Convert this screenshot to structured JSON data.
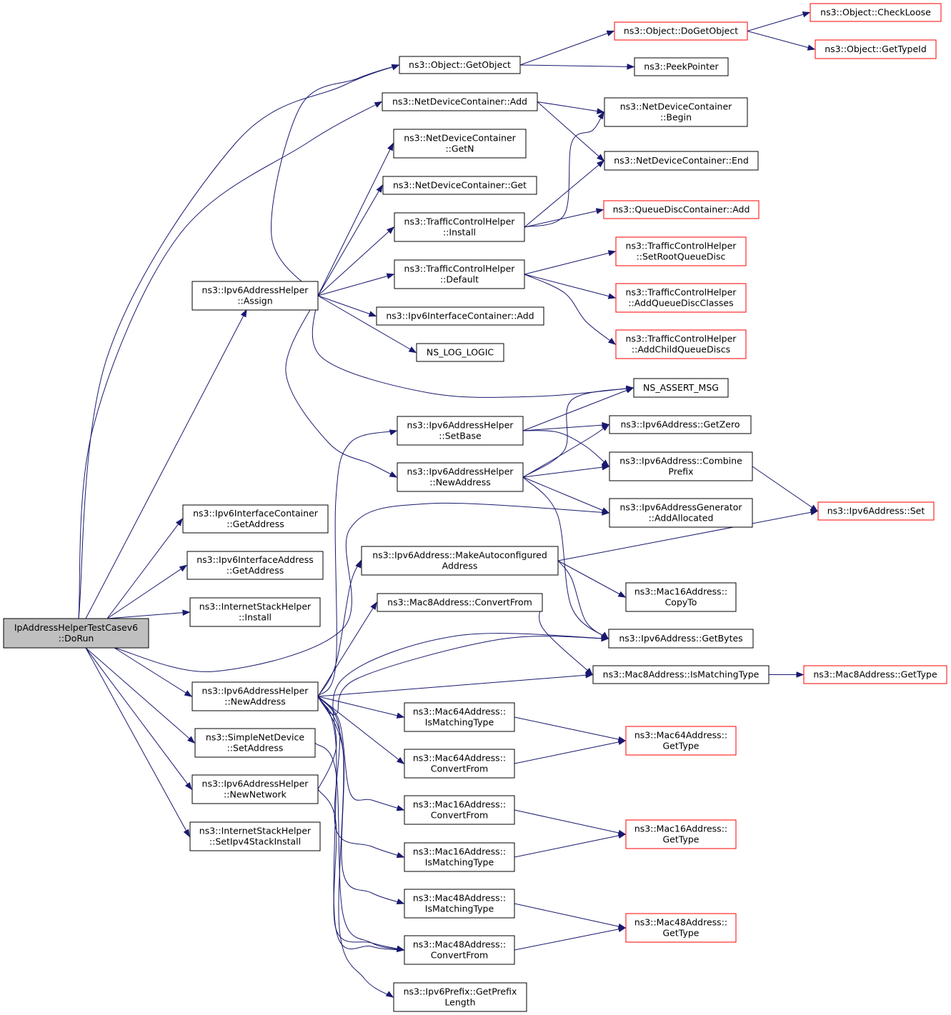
{
  "nodes": [
    {
      "id": "root",
      "lines": [
        "IpAddressHelperTestCasev6",
        "::DoRun"
      ],
      "style": "root"
    },
    {
      "id": "v6assign",
      "lines": [
        "ns3::Ipv6AddressHelper",
        "::Assign"
      ],
      "style": "normal"
    },
    {
      "id": "ic_getaddr",
      "lines": [
        "ns3::Ipv6InterfaceContainer",
        "::GetAddress"
      ],
      "style": "normal"
    },
    {
      "id": "ia_getaddr",
      "lines": [
        "ns3::Ipv6InterfaceAddress",
        "::GetAddress"
      ],
      "style": "normal"
    },
    {
      "id": "ish_install",
      "lines": [
        "ns3::InternetStackHelper",
        "::Install"
      ],
      "style": "normal"
    },
    {
      "id": "v6newaddr_b",
      "lines": [
        "ns3::Ipv6AddressHelper",
        "::NewAddress"
      ],
      "style": "normal"
    },
    {
      "id": "snd_setaddr",
      "lines": [
        "ns3::SimpleNetDevice",
        "::SetAddress"
      ],
      "style": "normal"
    },
    {
      "id": "v6newnet",
      "lines": [
        "ns3::Ipv6AddressHelper",
        "::NewNetwork"
      ],
      "style": "normal"
    },
    {
      "id": "ish_setipv4",
      "lines": [
        "ns3::InternetStackHelper",
        "::SetIpv4StackInstall"
      ],
      "style": "normal"
    },
    {
      "id": "obj_getobject",
      "lines": [
        "ns3::Object::GetObject"
      ],
      "style": "normal"
    },
    {
      "id": "ndc_add",
      "lines": [
        "ns3::NetDeviceContainer::Add"
      ],
      "style": "normal"
    },
    {
      "id": "ndc_getn",
      "lines": [
        "ns3::NetDeviceContainer",
        "::GetN"
      ],
      "style": "normal"
    },
    {
      "id": "ndc_get",
      "lines": [
        "ns3::NetDeviceContainer::Get"
      ],
      "style": "normal"
    },
    {
      "id": "tch_install",
      "lines": [
        "ns3::TrafficControlHelper",
        "::Install"
      ],
      "style": "normal"
    },
    {
      "id": "tch_default",
      "lines": [
        "ns3::TrafficControlHelper",
        "::Default"
      ],
      "style": "normal"
    },
    {
      "id": "v6ic_add",
      "lines": [
        "ns3::Ipv6InterfaceContainer::Add"
      ],
      "style": "normal"
    },
    {
      "id": "ns_log_logic",
      "lines": [
        "NS_LOG_LOGIC"
      ],
      "style": "normal"
    },
    {
      "id": "v6setbase",
      "lines": [
        "ns3::Ipv6AddressHelper",
        "::SetBase"
      ],
      "style": "normal"
    },
    {
      "id": "v6newaddr_t",
      "lines": [
        "ns3::Ipv6AddressHelper",
        "::NewAddress"
      ],
      "style": "normal"
    },
    {
      "id": "makeauto",
      "lines": [
        "ns3::Ipv6Address::MakeAutoconfigured",
        "Address"
      ],
      "style": "normal"
    },
    {
      "id": "mac8_conv",
      "lines": [
        "ns3::Mac8Address::ConvertFrom"
      ],
      "style": "normal"
    },
    {
      "id": "mac64_ism",
      "lines": [
        "ns3::Mac64Address::",
        "IsMatchingType"
      ],
      "style": "normal"
    },
    {
      "id": "mac64_conv",
      "lines": [
        "ns3::Mac64Address::",
        "ConvertFrom"
      ],
      "style": "normal"
    },
    {
      "id": "mac16_conv",
      "lines": [
        "ns3::Mac16Address::",
        "ConvertFrom"
      ],
      "style": "normal"
    },
    {
      "id": "mac16_ism",
      "lines": [
        "ns3::Mac16Address::",
        "IsMatchingType"
      ],
      "style": "normal"
    },
    {
      "id": "mac48_ism",
      "lines": [
        "ns3::Mac48Address::",
        "IsMatchingType"
      ],
      "style": "normal"
    },
    {
      "id": "mac48_conv",
      "lines": [
        "ns3::Mac48Address::",
        "ConvertFrom"
      ],
      "style": "normal"
    },
    {
      "id": "prefix_len",
      "lines": [
        "ns3::Ipv6Prefix::GetPrefix",
        "Length"
      ],
      "style": "normal"
    },
    {
      "id": "obj_dogetobject",
      "lines": [
        "ns3::Object::DoGetObject"
      ],
      "style": "red"
    },
    {
      "id": "peekpointer",
      "lines": [
        "ns3::PeekPointer"
      ],
      "style": "normal"
    },
    {
      "id": "ndc_begin",
      "lines": [
        "ns3::NetDeviceContainer",
        "::Begin"
      ],
      "style": "normal"
    },
    {
      "id": "ndc_end",
      "lines": [
        "ns3::NetDeviceContainer::End"
      ],
      "style": "normal"
    },
    {
      "id": "qdc_add",
      "lines": [
        "ns3::QueueDiscContainer::Add"
      ],
      "style": "red"
    },
    {
      "id": "tch_setroot",
      "lines": [
        "ns3::TrafficControlHelper",
        "::SetRootQueueDisc"
      ],
      "style": "red"
    },
    {
      "id": "tch_addqdc",
      "lines": [
        "ns3::TrafficControlHelper",
        "::AddQueueDiscClasses"
      ],
      "style": "red"
    },
    {
      "id": "tch_addchild",
      "lines": [
        "ns3::TrafficControlHelper",
        "::AddChildQueueDiscs"
      ],
      "style": "red"
    },
    {
      "id": "ns_assert",
      "lines": [
        "NS_ASSERT_MSG"
      ],
      "style": "normal"
    },
    {
      "id": "v6_getzero",
      "lines": [
        "ns3::Ipv6Address::GetZero"
      ],
      "style": "normal"
    },
    {
      "id": "v6_combine",
      "lines": [
        "ns3::Ipv6Address::Combine",
        "Prefix"
      ],
      "style": "normal"
    },
    {
      "id": "v6gen_addalloc",
      "lines": [
        "ns3::Ipv6AddressGenerator",
        "::AddAllocated"
      ],
      "style": "normal"
    },
    {
      "id": "mac16_copyto",
      "lines": [
        "ns3::Mac16Address::",
        "CopyTo"
      ],
      "style": "normal"
    },
    {
      "id": "v6_getbytes",
      "lines": [
        "ns3::Ipv6Address::GetBytes"
      ],
      "style": "normal"
    },
    {
      "id": "mac8_ism",
      "lines": [
        "ns3::Mac8Address::IsMatchingType"
      ],
      "style": "normal"
    },
    {
      "id": "mac64_gettype",
      "lines": [
        "ns3::Mac64Address::",
        "GetType"
      ],
      "style": "red"
    },
    {
      "id": "mac16_gettype",
      "lines": [
        "ns3::Mac16Address::",
        "GetType"
      ],
      "style": "red"
    },
    {
      "id": "mac48_gettype",
      "lines": [
        "ns3::Mac48Address::",
        "GetType"
      ],
      "style": "red"
    },
    {
      "id": "obj_checkloose",
      "lines": [
        "ns3::Object::CheckLoose"
      ],
      "style": "red"
    },
    {
      "id": "obj_gettypeid",
      "lines": [
        "ns3::Object::GetTypeId"
      ],
      "style": "red"
    },
    {
      "id": "v6_set",
      "lines": [
        "ns3::Ipv6Address::Set"
      ],
      "style": "red"
    },
    {
      "id": "mac8_gettype",
      "lines": [
        "ns3::Mac8Address::GetType"
      ],
      "style": "red"
    }
  ],
  "edges": [
    [
      "root",
      "v6assign"
    ],
    [
      "root",
      "ic_getaddr"
    ],
    [
      "root",
      "ia_getaddr"
    ],
    [
      "root",
      "ish_install"
    ],
    [
      "root",
      "v6newaddr_b"
    ],
    [
      "root",
      "snd_setaddr"
    ],
    [
      "root",
      "v6newnet"
    ],
    [
      "root",
      "ish_setipv4"
    ],
    [
      "root",
      "obj_getobject"
    ],
    [
      "root",
      "ndc_add"
    ],
    [
      "root",
      "v6gen_addalloc"
    ],
    [
      "v6assign",
      "obj_getobject"
    ],
    [
      "v6assign",
      "ndc_getn"
    ],
    [
      "v6assign",
      "ndc_get"
    ],
    [
      "v6assign",
      "tch_install"
    ],
    [
      "v6assign",
      "tch_default"
    ],
    [
      "v6assign",
      "v6ic_add"
    ],
    [
      "v6assign",
      "ns_log_logic"
    ],
    [
      "v6assign",
      "ns_assert"
    ],
    [
      "v6assign",
      "v6newaddr_t"
    ],
    [
      "obj_getobject",
      "obj_dogetobject"
    ],
    [
      "obj_getobject",
      "peekpointer"
    ],
    [
      "obj_dogetobject",
      "obj_checkloose"
    ],
    [
      "obj_dogetobject",
      "obj_gettypeid"
    ],
    [
      "ndc_add",
      "ndc_begin"
    ],
    [
      "ndc_add",
      "ndc_end"
    ],
    [
      "tch_install",
      "ndc_begin"
    ],
    [
      "tch_install",
      "ndc_end"
    ],
    [
      "tch_install",
      "qdc_add"
    ],
    [
      "tch_default",
      "tch_setroot"
    ],
    [
      "tch_default",
      "tch_addqdc"
    ],
    [
      "tch_default",
      "tch_addchild"
    ],
    [
      "v6setbase",
      "ns_assert"
    ],
    [
      "v6setbase",
      "v6_getzero"
    ],
    [
      "v6setbase",
      "v6_combine"
    ],
    [
      "v6newaddr_t",
      "ns_assert"
    ],
    [
      "v6newaddr_t",
      "v6_getzero"
    ],
    [
      "v6newaddr_t",
      "v6_combine"
    ],
    [
      "v6newaddr_t",
      "v6gen_addalloc"
    ],
    [
      "v6newaddr_t",
      "v6_getbytes"
    ],
    [
      "v6_combine",
      "v6_set"
    ],
    [
      "makeauto",
      "v6_set"
    ],
    [
      "makeauto",
      "mac16_copyto"
    ],
    [
      "makeauto",
      "v6_getbytes"
    ],
    [
      "mac8_conv",
      "mac8_ism"
    ],
    [
      "mac8_ism",
      "mac8_gettype"
    ],
    [
      "v6newaddr_b",
      "v6setbase"
    ],
    [
      "v6newaddr_b",
      "makeauto"
    ],
    [
      "v6newaddr_b",
      "mac8_conv"
    ],
    [
      "v6newaddr_b",
      "mac8_ism"
    ],
    [
      "v6newaddr_b",
      "mac64_ism"
    ],
    [
      "v6newaddr_b",
      "mac64_conv"
    ],
    [
      "v6newaddr_b",
      "mac16_conv"
    ],
    [
      "v6newaddr_b",
      "mac16_ism"
    ],
    [
      "v6newaddr_b",
      "mac48_ism"
    ],
    [
      "v6newaddr_b",
      "mac48_conv"
    ],
    [
      "v6newaddr_b",
      "prefix_len"
    ],
    [
      "v6newaddr_b",
      "v6_getbytes"
    ],
    [
      "mac64_ism",
      "mac64_gettype"
    ],
    [
      "mac64_conv",
      "mac64_gettype"
    ],
    [
      "mac16_conv",
      "mac16_gettype"
    ],
    [
      "mac16_ism",
      "mac16_gettype"
    ],
    [
      "mac48_ism",
      "mac48_gettype"
    ],
    [
      "mac48_conv",
      "mac48_gettype"
    ],
    [
      "snd_setaddr",
      "mac48_conv"
    ],
    [
      "v6newnet",
      "v6_getbytes"
    ],
    [
      "v6newnet",
      "mac48_conv"
    ]
  ]
}
